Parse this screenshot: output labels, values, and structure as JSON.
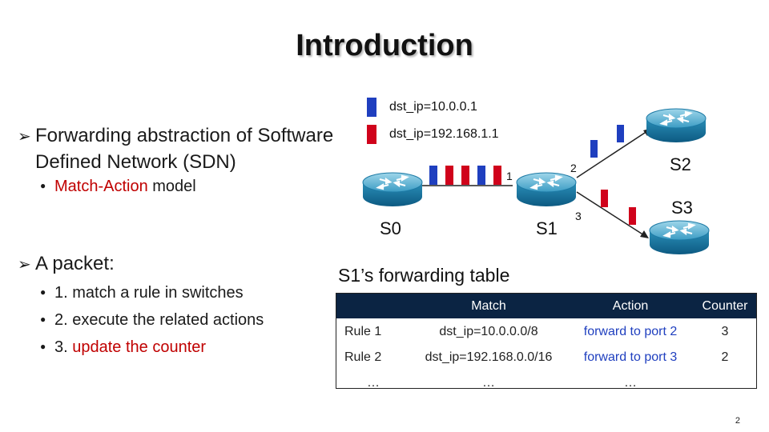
{
  "title": "Introduction",
  "bullets": {
    "sdn_line1": "Forwarding abstraction of Software",
    "sdn_line2": "Defined Network (SDN)",
    "match_action_highlight": "Match-Action",
    "match_action_rest": " model",
    "packet": "A packet:",
    "steps": [
      "1. match a rule in switches",
      "2. execute the related actions"
    ],
    "step3_prefix": "3. ",
    "step3_highlight": "update the counter"
  },
  "legend": {
    "blue_label": "dst_ip=10.0.0.1",
    "red_label": "dst_ip=192.168.1.1",
    "blue_color": "#1f3fbf",
    "red_color": "#d0021b"
  },
  "nodes": {
    "s0": "S0",
    "s1": "S1",
    "s2": "S2",
    "s3": "S3"
  },
  "ports": {
    "p1": "1",
    "p2": "2",
    "p3": "3"
  },
  "table": {
    "caption": "S1’s forwarding table",
    "headers": [
      "",
      "Match",
      "Action",
      "Counter"
    ],
    "rows": [
      [
        "Rule 1",
        "dst_ip=10.0.0.0/8",
        "forward to port 2",
        "3"
      ],
      [
        "Rule 2",
        "dst_ip=192.168.0.0/16",
        "forward to port 3",
        "2"
      ],
      [
        "…",
        "…",
        "…",
        ""
      ]
    ]
  },
  "page_number": "2"
}
